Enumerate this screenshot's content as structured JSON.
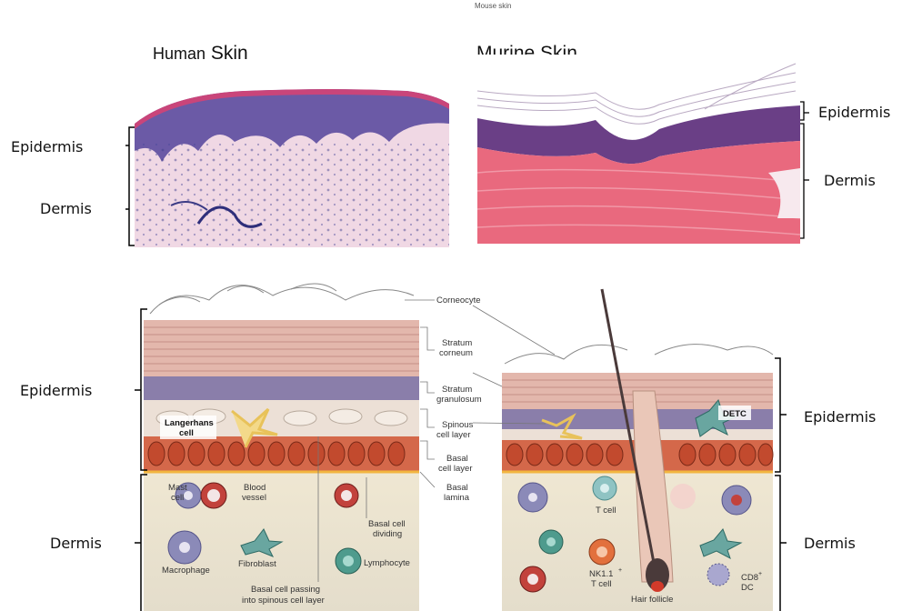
{
  "top_caption": "Mouse skin",
  "histology": {
    "human_title": {
      "prefix": "Human",
      "main": "Skin"
    },
    "murine_title": "Murine Skin"
  },
  "side_labels": {
    "human_epidermis": "Epidermis",
    "human_dermis": "Dermis",
    "murine_epidermis": "Epidermis",
    "murine_dermis": "Dermis",
    "diag_left_epidermis": "Epidermis",
    "diag_left_dermis": "Dermis",
    "diag_right_epidermis": "Epidermis",
    "diag_right_dermis": "Dermis"
  },
  "diagram_labels": {
    "corneocyte": "Corneocyte",
    "stratum_corneum": [
      "Stratum",
      "corneum"
    ],
    "stratum_granulosum": [
      "Stratum",
      "granulosum"
    ],
    "spinous_layer": [
      "Spinous",
      "cell layer"
    ],
    "basal_layer": [
      "Basal",
      "cell layer"
    ],
    "basal_lamina": [
      "Basal",
      "lamina"
    ],
    "langerhans": [
      "Langerhans",
      "cell"
    ],
    "mast_cell": [
      "Mast",
      "cell"
    ],
    "blood_vessel": [
      "Blood",
      "vessel"
    ],
    "basal_dividing": [
      "Basal cell",
      "dividing"
    ],
    "macrophage": "Macrophage",
    "fibroblast": "Fibroblast",
    "lymphocyte": "Lymphocyte",
    "basal_passing": [
      "Basal cell passing",
      "into spinous cell layer"
    ],
    "detc": "DETC",
    "t_cell": "T cell",
    "nk_t_cell": [
      "NK1.1",
      "T cell"
    ],
    "hair_follicle": "Hair follicle",
    "cd8_dc": [
      "CD8",
      "DC"
    ]
  }
}
